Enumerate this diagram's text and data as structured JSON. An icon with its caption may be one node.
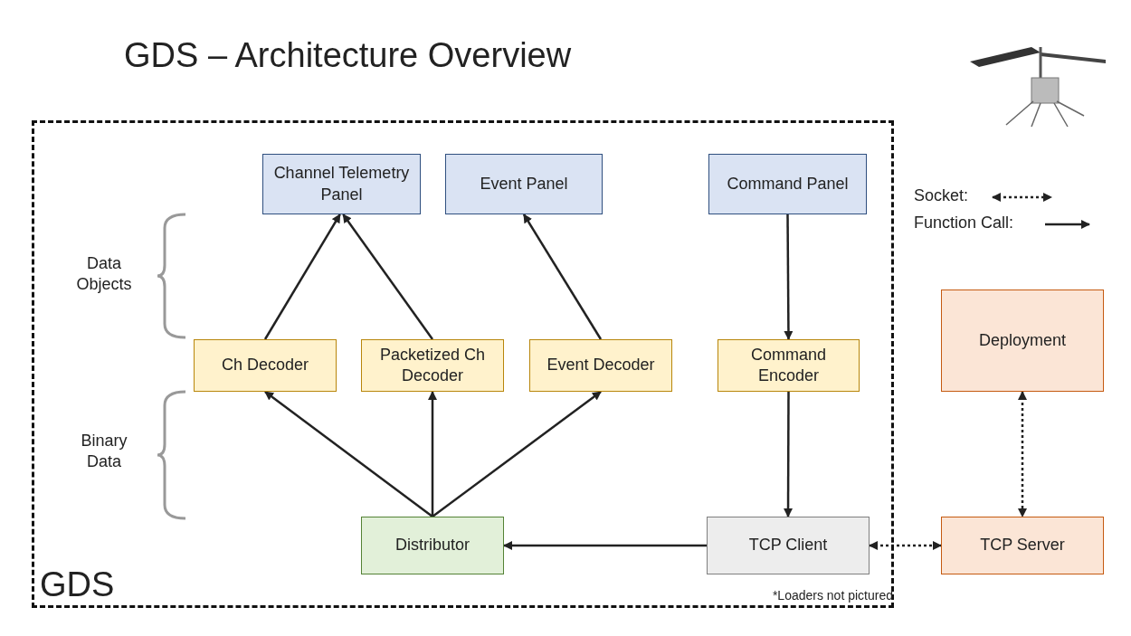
{
  "diagram": {
    "title": "GDS – Architecture Overview",
    "nodes": [
      {
        "text": [
          "GDS"
        ]
      },
      {
        "text": [
          "Channel Telemetry Panel"
        ],
        "in": 0
      },
      {
        "text": [
          "Event Panel"
        ],
        "in": 0
      },
      {
        "text": [
          "Command Panel"
        ],
        "in": 0
      },
      {
        "text": [
          "Ch Decoder"
        ],
        "in": 0
      },
      {
        "text": [
          "Packetized Ch Decoder"
        ],
        "in": 0
      },
      {
        "text": [
          "Event Decoder"
        ],
        "in": 0
      },
      {
        "text": [
          "Command Encoder"
        ],
        "in": 0
      },
      {
        "text": [
          "Distributor"
        ],
        "in": 0
      },
      {
        "text": [
          "TCP Client"
        ],
        "in": 0
      },
      {
        "text": [
          "Deployment"
        ]
      },
      {
        "text": [
          "TCP Server"
        ]
      }
    ],
    "edges": [
      {
        "from": 4,
        "to": 1,
        "arrow": "to"
      },
      {
        "from": 5,
        "to": 1,
        "arrow": "to"
      },
      {
        "from": 6,
        "to": 2,
        "arrow": "to"
      },
      {
        "from": 3,
        "to": 7,
        "arrow": "to"
      },
      {
        "from": 7,
        "to": 9,
        "arrow": "to"
      },
      {
        "from": 8,
        "to": 4,
        "arrow": "to"
      },
      {
        "from": 8,
        "to": 5,
        "arrow": "to"
      },
      {
        "from": 8,
        "to": 6,
        "arrow": "to"
      },
      {
        "from": 9,
        "to": 8,
        "arrow": "to"
      },
      {
        "from": 9,
        "to": 11,
        "arrow": "both",
        "style": "dashed"
      },
      {
        "from": 10,
        "to": 11,
        "arrow": "both",
        "style": "dashed"
      }
    ],
    "labels": [
      "Data Objects",
      "Binary Data",
      "*Loaders not pictured"
    ],
    "legend": [
      {
        "text": "Socket:"
      },
      {
        "text": "Function Call:"
      }
    ]
  }
}
